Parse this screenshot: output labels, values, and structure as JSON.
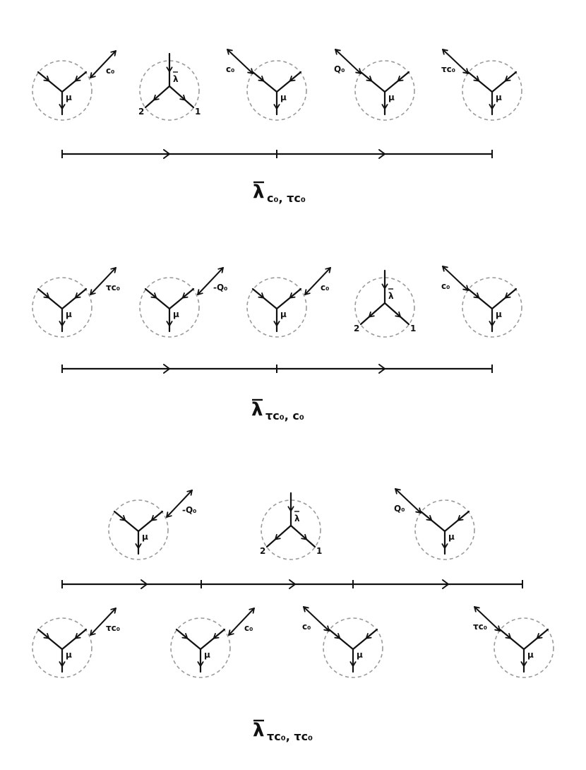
{
  "diagrams": [
    {
      "caption": {
        "main": "λ",
        "sub": "c₀, τc₀"
      },
      "vertices": [
        {
          "kind": "mu",
          "label": "μ",
          "external": "c₀",
          "dir": "in"
        },
        {
          "kind": "lambda",
          "label": "λ",
          "legs": [
            "2",
            "1"
          ]
        },
        {
          "kind": "mu",
          "label": "μ",
          "external": "c₀",
          "dir": "out"
        },
        {
          "kind": "mu",
          "label": "μ",
          "external": "Q₀",
          "dir": "out"
        },
        {
          "kind": "mu",
          "label": "μ",
          "external": "τc₀",
          "dir": "out"
        }
      ]
    },
    {
      "caption": {
        "main": "λ",
        "sub": "τc₀, c₀"
      },
      "vertices": [
        {
          "kind": "mu",
          "label": "μ",
          "external": "τc₀",
          "dir": "in"
        },
        {
          "kind": "mu",
          "label": "μ",
          "external": "-Q₀",
          "dir": "in"
        },
        {
          "kind": "mu",
          "label": "μ",
          "external": "c₀",
          "dir": "in"
        },
        {
          "kind": "lambda",
          "label": "λ",
          "legs": [
            "2",
            "1"
          ]
        },
        {
          "kind": "mu",
          "label": "μ",
          "external": "c₀",
          "dir": "out"
        }
      ]
    },
    {
      "caption": {
        "main": "λ",
        "sub": "τc₀, τc₀"
      },
      "top_vertices": [
        {
          "kind": "mu",
          "label": "μ",
          "external": "-Q₀",
          "dir": "in"
        },
        {
          "kind": "lambda",
          "label": "λ",
          "legs": [
            "2",
            "1"
          ]
        },
        {
          "kind": "mu",
          "label": "μ",
          "external": "Q₀",
          "dir": "out"
        }
      ],
      "bottom_vertices": [
        {
          "kind": "mu",
          "label": "μ",
          "external": "τc₀",
          "dir": "in"
        },
        {
          "kind": "mu",
          "label": "μ",
          "external": "c₀",
          "dir": "in"
        },
        {
          "kind": "mu",
          "label": "μ",
          "external": "c₀",
          "dir": "out"
        },
        {
          "kind": "mu",
          "label": "μ",
          "external": "τc₀",
          "dir": "out"
        }
      ]
    }
  ]
}
